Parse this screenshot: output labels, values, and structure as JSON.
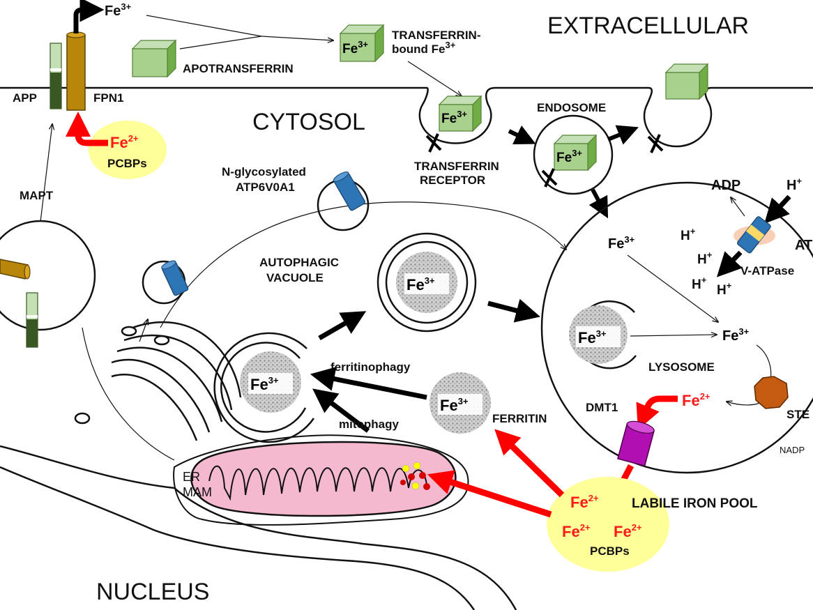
{
  "regions": {
    "extracellular": "EXTRACELLULAR",
    "cytosol": "CYTOSOL",
    "nucleus": "NUCLEUS"
  },
  "labels": {
    "app": "APP",
    "fpn1": "FPN1",
    "mapt": "MAPT",
    "apotransferrin": "APOTRANSFERRIN",
    "transferrin_line1": "TRANSFERRIN-",
    "transferrin_line2": "bound Fe",
    "transferrin_receptor_line1": "TRANSFERRIN",
    "transferrin_receptor_line2": "RECEPTOR",
    "endosome": "ENDOSOME",
    "nglyco_line1": "N-glycosylated",
    "nglyco_line2": "ATP6V0A1",
    "autophagic_line1": "AUTOPHAGIC",
    "autophagic_line2": "VACUOLE",
    "ferritinophagy": "ferritinophagy",
    "mitophagy": "mitophagy",
    "ferritin": "FERRITIN",
    "lysosome": "LYSOSOME",
    "dmt1": "DMT1",
    "labile_iron_pool": "LABILE IRON POOL",
    "pcbps": "PCBPs",
    "er": "ER",
    "mam": "MAM",
    "adp": "ADP",
    "atp_cut": "AT",
    "v_atpase": "V-ATPase",
    "steap_cut": "STE",
    "nadph_cut": "NADP",
    "h_plus": "H",
    "plus": "+"
  },
  "iron": {
    "fe": "Fe",
    "ferric_charge": "3+",
    "ferrous_charge": "2+"
  },
  "colors": {
    "transferrin_box": "#a9d18e",
    "pcbp_bubble": "#ffff99",
    "fpn1": "#b8860b",
    "app": "#385723",
    "v_atpase": "#2e75b6",
    "dmt1": "#b10fb1",
    "steap": "#c55a11",
    "mitochondria": "#f4b8cf",
    "ferrous_arrow": "#ff0000"
  }
}
